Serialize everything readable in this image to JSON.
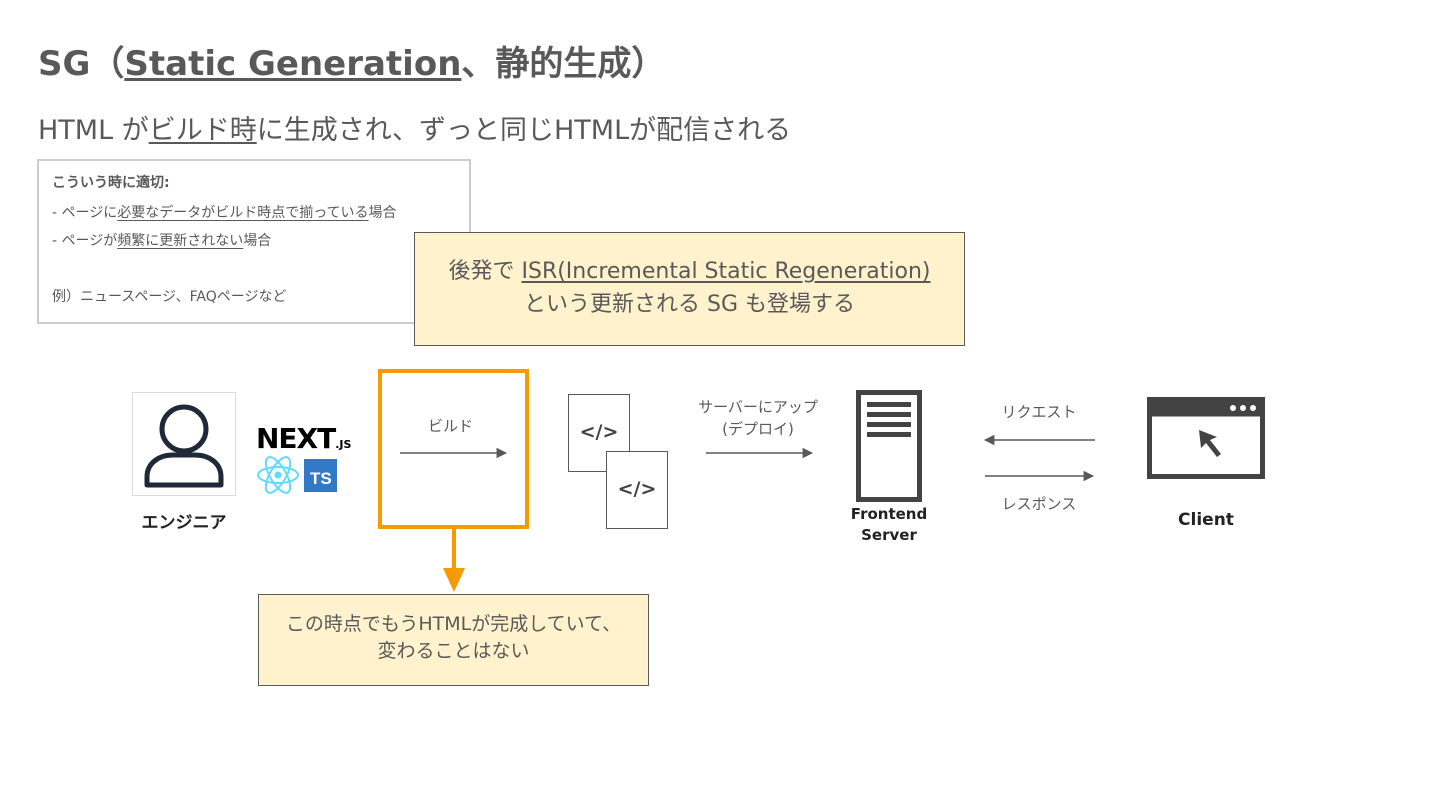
{
  "title": {
    "prefix": "SG（",
    "link": "Static Generation",
    "suffix": "、静的生成）"
  },
  "subtitle": {
    "prefix": "HTML が",
    "link": "ビルド時",
    "suffix": "に生成され、ずっと同じHTMLが配信される"
  },
  "info": {
    "heading": "こういう時に適切:",
    "line1": {
      "prefix": "- ページに",
      "u": "必要なデータがビルド時点で揃っている",
      "suffix": "場合"
    },
    "line2": {
      "prefix": "- ページが",
      "u": "頻繁に更新されない",
      "suffix": "場合"
    },
    "example": "例）ニュースページ、FAQページなど"
  },
  "isr_note": {
    "prefix": "後発で ",
    "link": "ISR(Incremental Static Regeneration)",
    "line2": "という更新される SG も登場する"
  },
  "diagram": {
    "engineer": "エンジニア",
    "next_logo": "NEXT",
    "next_logo_suffix": ".JS",
    "ts_logo": "TS",
    "build": "ビルド",
    "doc_symbol": "</>",
    "deploy_line1": "サーバーにアップ",
    "deploy_line2": "(デプロイ)",
    "server_line1": "Frontend",
    "server_line2": "Server",
    "request": "リクエスト",
    "response": "レスポンス",
    "client": "Client"
  },
  "build_note": {
    "line1": "この時点でもうHTMLが完成していて、",
    "line2": "変わることはない"
  },
  "colors": {
    "accent": "#f79a00",
    "note_bg": "#fff2cc",
    "text": "#595959",
    "icon": "#434343",
    "react": "#61dafb",
    "typescript": "#3178c6"
  },
  "icons": [
    "user-icon",
    "react-logo-icon",
    "typescript-logo-icon",
    "server-icon",
    "browser-window-icon",
    "cursor-icon",
    "code-file-icon"
  ]
}
